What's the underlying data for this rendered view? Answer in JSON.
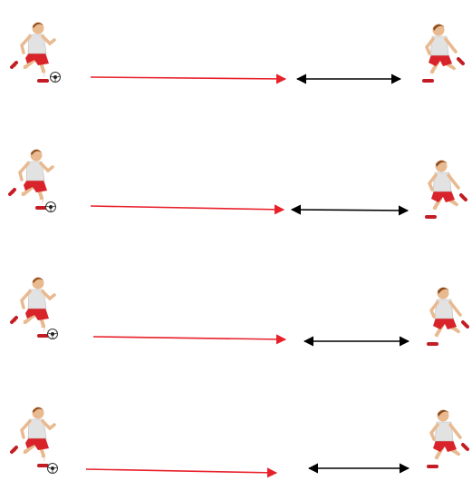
{
  "diagram": {
    "rows": [
      {
        "kicker": "left",
        "pass_arrow": "red",
        "gap_arrow": "black",
        "receiver": "right"
      },
      {
        "kicker": "left",
        "pass_arrow": "red",
        "gap_arrow": "black",
        "receiver": "right"
      },
      {
        "kicker": "left",
        "pass_arrow": "red",
        "gap_arrow": "black",
        "receiver": "right"
      },
      {
        "kicker": "left",
        "pass_arrow": "red",
        "gap_arrow": "black",
        "receiver": "right"
      }
    ],
    "colors": {
      "pass_arrow": "#e8202a",
      "gap_arrow": "#000000",
      "shirt": "#e2e2e2",
      "shorts": "#d8232a",
      "skin": "#e9b98f",
      "hair": "#8a4a1c",
      "sock": "#ffffff",
      "boot": "#c41c24",
      "ball": "#ffffff"
    },
    "icons": [
      "soccer-player-kicking-icon",
      "soccer-ball-icon",
      "soccer-player-running-icon"
    ]
  }
}
